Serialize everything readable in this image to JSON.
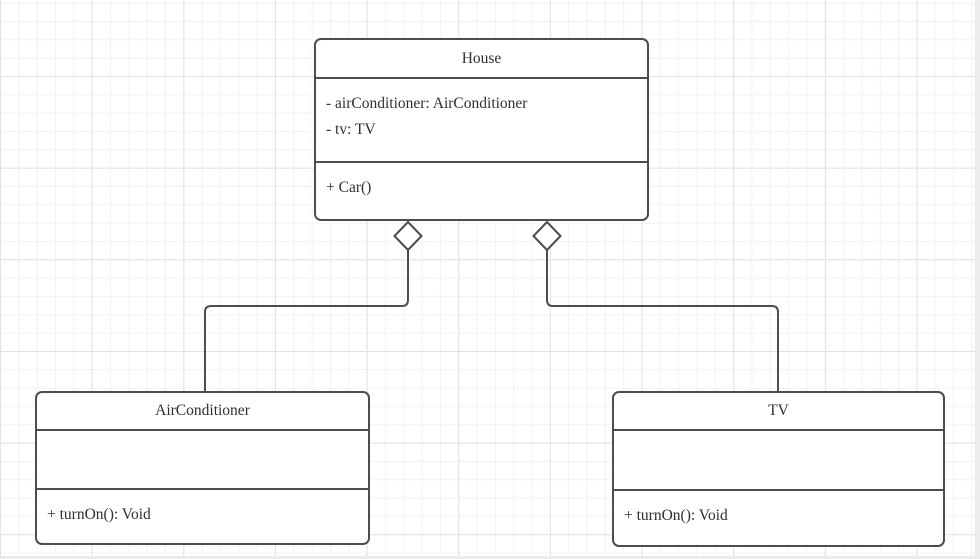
{
  "diagram": {
    "kind": "uml-class-diagram",
    "classes": [
      {
        "id": "house",
        "title": "House",
        "attributes": [
          "- airConditioner: AirConditioner",
          "- tv: TV"
        ],
        "methods": [
          "+ Car()"
        ]
      },
      {
        "id": "airconditioner",
        "title": "AirConditioner",
        "attributes": [],
        "methods": [
          "+ turnOn(): Void"
        ]
      },
      {
        "id": "tv",
        "title": "TV",
        "attributes": [],
        "methods": [
          "+ turnOn(): Void"
        ]
      }
    ],
    "relationships": [
      {
        "from": "House",
        "to": "AirConditioner",
        "type": "aggregation",
        "diamond_at": "House"
      },
      {
        "from": "House",
        "to": "TV",
        "type": "aggregation",
        "diamond_at": "House"
      }
    ],
    "colors": {
      "stroke": "#4d4d4d",
      "text": "#2f2f2f",
      "box_fill": "#ffffff",
      "grid_minor": "#f2f2f4",
      "grid_major": "#e2e2e7",
      "page_edge": "#ececec",
      "background": "#ffffff"
    }
  }
}
